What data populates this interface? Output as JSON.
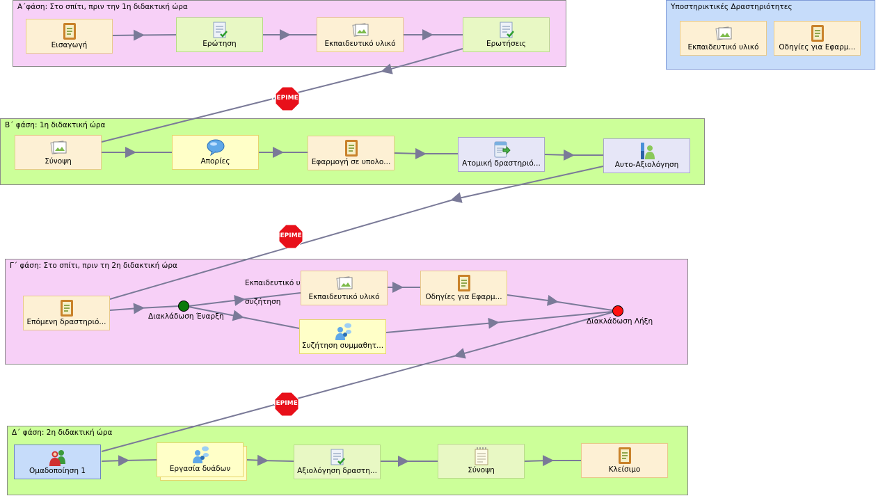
{
  "phases": {
    "a": {
      "title": "Α΄φάση: Στο σπίτι, πριν την 1η διδακτική ώρα"
    },
    "b": {
      "title": "Β΄ φάση: 1η διδακτική ώρα"
    },
    "c": {
      "title": "Γ΄ φάση: Στο σπίτι, πριν τη 2η διδακτική ώρα"
    },
    "d": {
      "title": "Δ΄ φάση: 2η διδακτική ώρα"
    },
    "support": {
      "title": "Υποστηρικτικές Δραστηριότητες"
    }
  },
  "activities": {
    "a1": "Εισαγωγή",
    "a2": "Ερώτηση",
    "a3": "Εκπαιδευτικό υλικό",
    "a4": "Ερωτήσεις",
    "s1": "Εκπαιδευτικό υλικό",
    "s2": "Οδηγίες για Εφαρμ...",
    "b1": "Σύνοψη",
    "b2": "Απορίες",
    "b3": "Εφαρμογή σε υπολο...",
    "b4": "Ατομική δραστηριό...",
    "b5": "Αυτο-Αξιολόγηση",
    "c1": "Επόμενη δραστηριό...",
    "c2": "Εκπαιδευτικό υλικό",
    "c3": "Οδηγίες για Εφαρμ...",
    "c4": "Συζήτηση συμμαθητ...",
    "d1": "Ομαδοποίηση 1",
    "d2": "Εργασία δυάδων",
    "d3": "Αξιολόγηση δραστη...",
    "d4": "Σύνοψη",
    "d5": "Κλείσιμο"
  },
  "gates": {
    "stop_text": "ΠΕΡΙΜΕΝΕ",
    "branch_start": "Διακλάδωση Έναρξη",
    "branch_end": "Διακλάδωση Λήξη",
    "branch_label_1": "Εκπαιδευτικό υλ",
    "branch_label_2": "συζήτηση"
  },
  "colors": {
    "pink_phase": "#f7d0f7",
    "green_phase": "#ccff99",
    "support_phase": "#c6dcfa",
    "arrow": "#7a7a98",
    "stop": "#e8101a",
    "start_gate": "#0a7a0a",
    "end_gate": "#ff1010"
  },
  "icons": {
    "document": "document-icon",
    "image": "image-icon",
    "checklist": "checklist-icon",
    "speech": "speech-bubble-icon",
    "chat": "chat-users-icon",
    "group": "group-users-icon",
    "user-progress": "user-progress-icon",
    "notes": "notes-icon"
  }
}
